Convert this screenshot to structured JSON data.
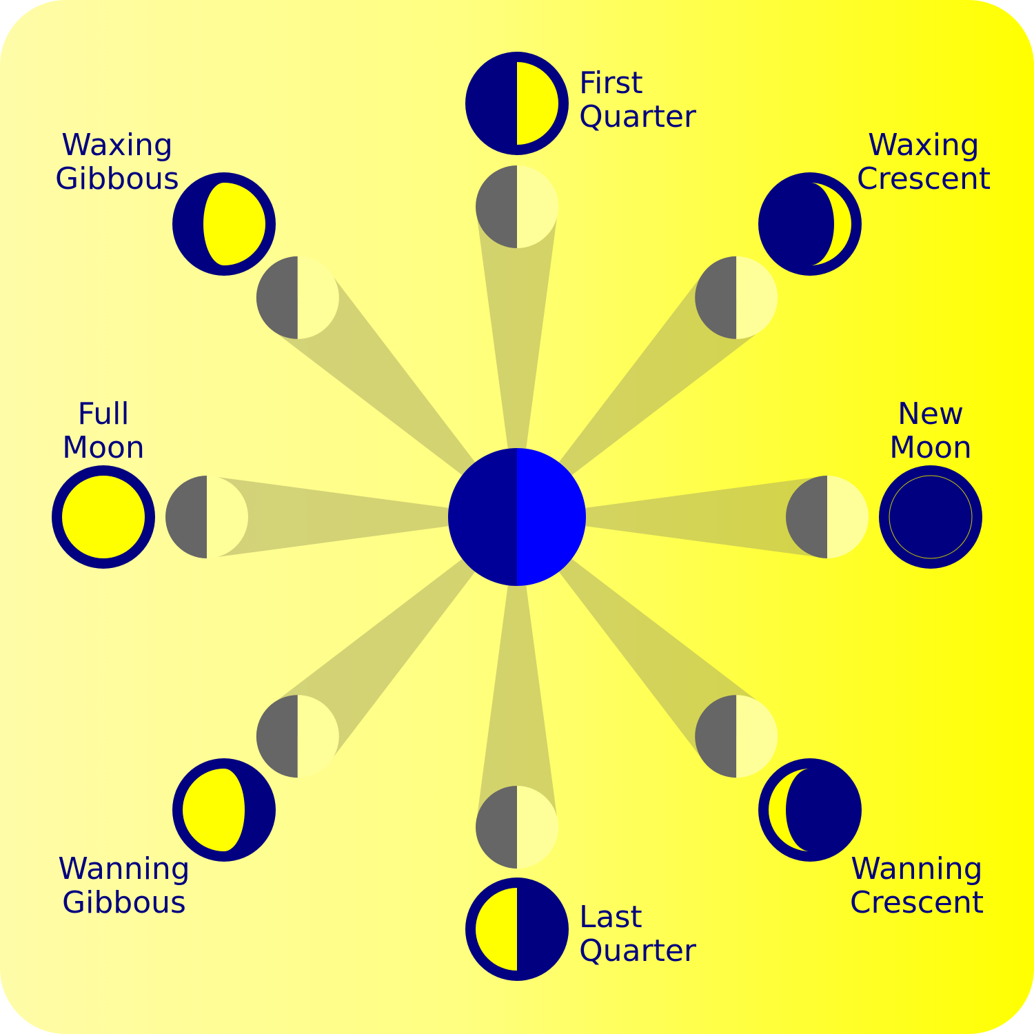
{
  "title": "Moon phases diagram",
  "colors": {
    "label": "#000080",
    "earth_dark": "#000099",
    "earth_light": "#0000ff",
    "moon_dark": "#666666",
    "moon_lit": "#ffff99",
    "phase_lit": "#ffff00"
  },
  "phases": [
    {
      "id": "first-quarter",
      "line1": "First",
      "line2": "Quarter",
      "angle": 270,
      "shape": "first-quarter"
    },
    {
      "id": "waxing-crescent",
      "line1": "Waxing",
      "line2": "Crescent",
      "angle": 315,
      "shape": "waxing-crescent"
    },
    {
      "id": "new-moon",
      "line1": "New",
      "line2": "Moon",
      "angle": 0,
      "shape": "new"
    },
    {
      "id": "waning-crescent",
      "line1": "Wanning",
      "line2": "Crescent",
      "angle": 45,
      "shape": "waning-crescent"
    },
    {
      "id": "last-quarter",
      "line1": "Last",
      "line2": "Quarter",
      "angle": 90,
      "shape": "last-quarter"
    },
    {
      "id": "waning-gibbous",
      "line1": "Wanning",
      "line2": "Gibbous",
      "angle": 135,
      "shape": "waning-gibbous"
    },
    {
      "id": "full-moon",
      "line1": "Full",
      "line2": "Moon",
      "angle": 180,
      "shape": "full"
    },
    {
      "id": "waxing-gibbous",
      "line1": "Waxing",
      "line2": "Gibbous",
      "angle": 225,
      "shape": "waxing-gibbous"
    }
  ]
}
